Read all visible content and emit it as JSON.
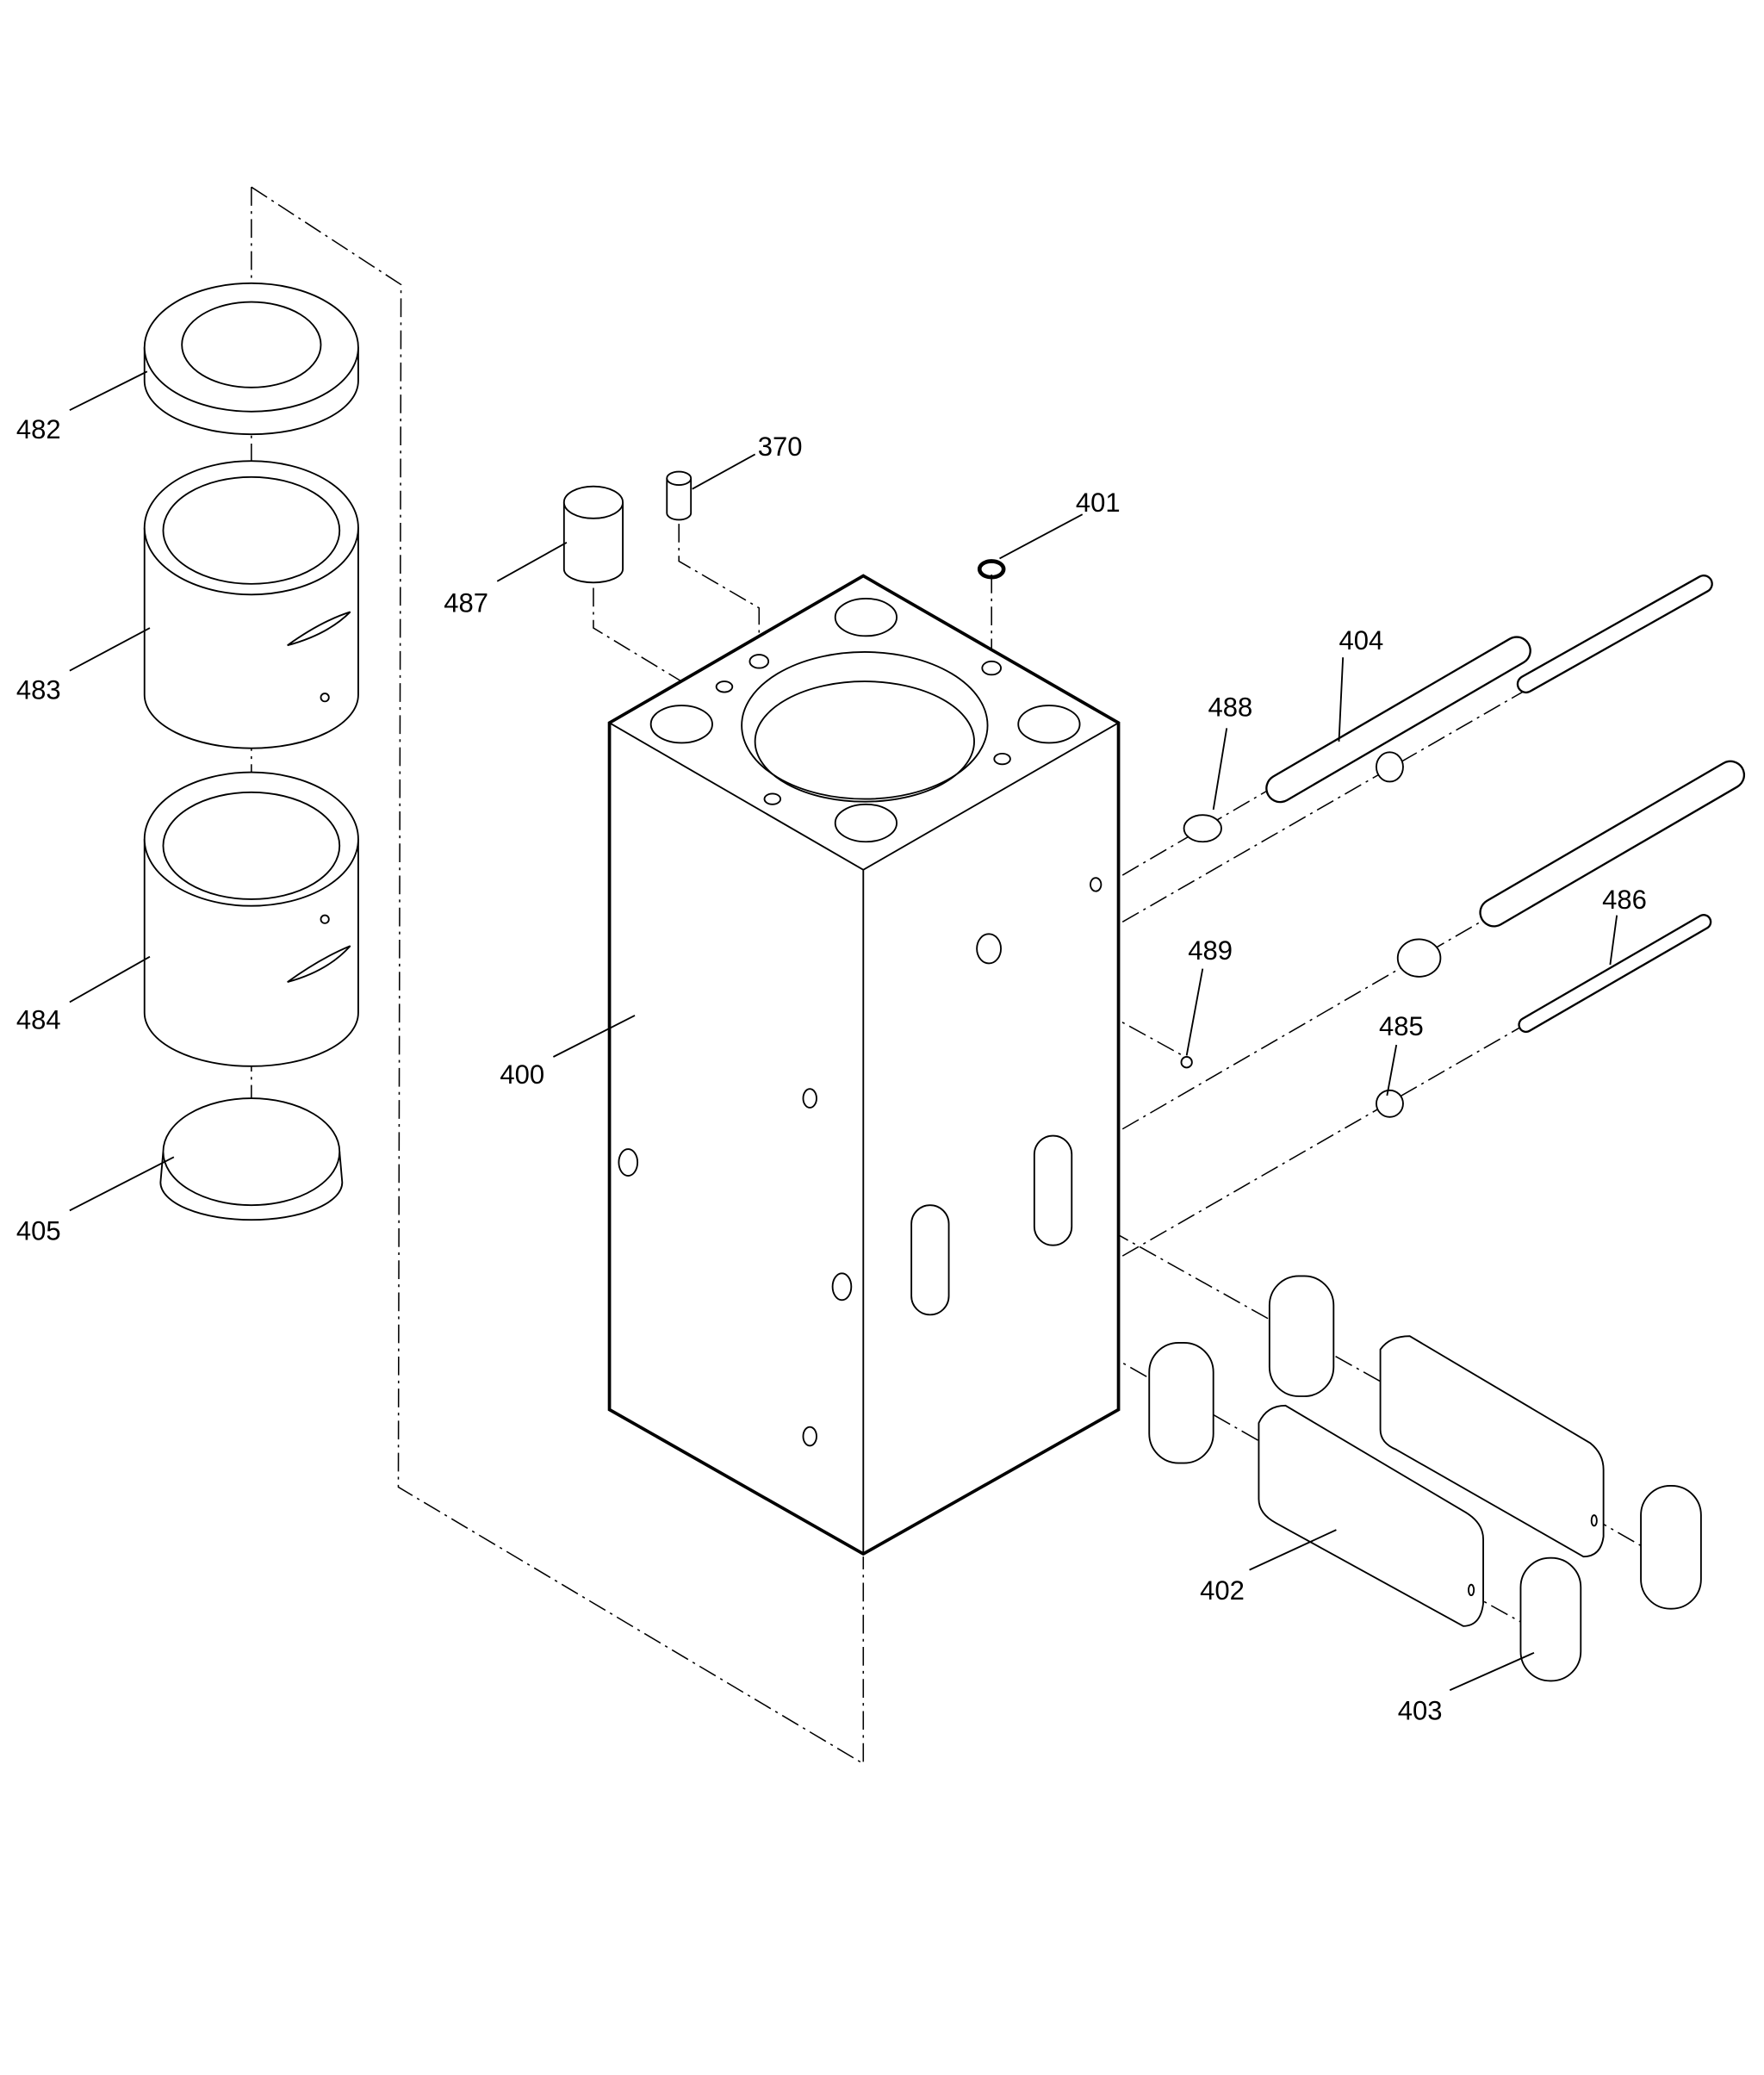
{
  "diagram": {
    "type": "exploded parts diagram",
    "callouts": {
      "p482": "482",
      "p483": "483",
      "p484": "484",
      "p405": "405",
      "p487": "487",
      "p370": "370",
      "p401": "401",
      "p404": "404",
      "p488": "488",
      "p489": "489",
      "p486": "486",
      "p485": "485",
      "p400": "400",
      "p402": "402",
      "p403": "403"
    }
  }
}
